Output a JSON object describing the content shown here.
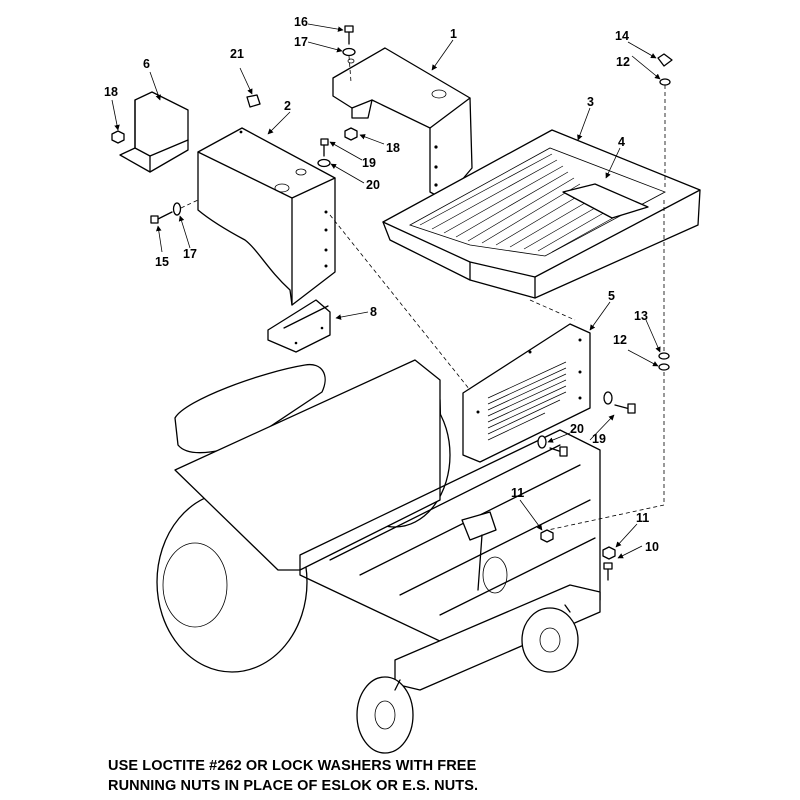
{
  "callouts": [
    {
      "id": "c1",
      "text": "1"
    },
    {
      "id": "c2",
      "text": "2"
    },
    {
      "id": "c3",
      "text": "3"
    },
    {
      "id": "c4",
      "text": "4"
    },
    {
      "id": "c5",
      "text": "5"
    },
    {
      "id": "c6",
      "text": "6"
    },
    {
      "id": "c8",
      "text": "8"
    },
    {
      "id": "c10",
      "text": "10"
    },
    {
      "id": "c11a",
      "text": "11"
    },
    {
      "id": "c11b",
      "text": "11"
    },
    {
      "id": "c12a",
      "text": "12"
    },
    {
      "id": "c12b",
      "text": "12"
    },
    {
      "id": "c13",
      "text": "13"
    },
    {
      "id": "c14",
      "text": "14"
    },
    {
      "id": "c15",
      "text": "15"
    },
    {
      "id": "c16",
      "text": "16"
    },
    {
      "id": "c17a",
      "text": "17"
    },
    {
      "id": "c17b",
      "text": "17"
    },
    {
      "id": "c18a",
      "text": "18"
    },
    {
      "id": "c18b",
      "text": "18"
    },
    {
      "id": "c19a",
      "text": "19"
    },
    {
      "id": "c19b",
      "text": "19"
    },
    {
      "id": "c20a",
      "text": "20"
    },
    {
      "id": "c20b",
      "text": "20"
    },
    {
      "id": "c21",
      "text": "21"
    }
  ],
  "note": {
    "line1": "USE LOCTITE #262 OR LOCK WASHERS WITH FREE",
    "line2": "RUNNING NUTS IN PLACE OF ESLOK OR E.S. NUTS."
  }
}
